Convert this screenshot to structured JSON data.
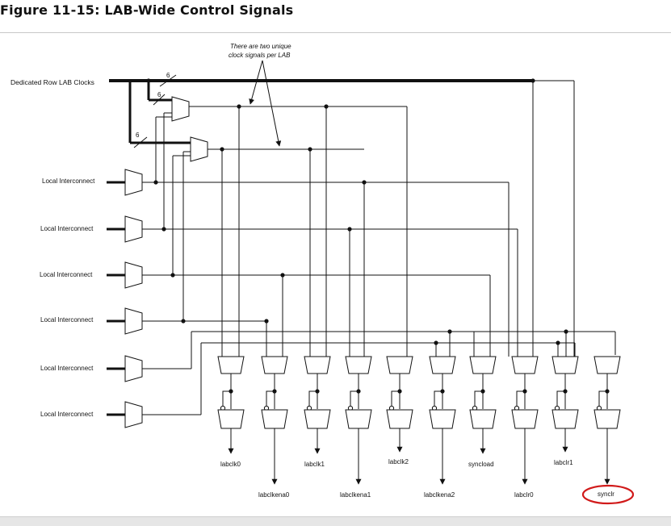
{
  "figure_title": "Figure 11-15: LAB-Wide Control Signals",
  "annotation": {
    "line1": "There are two unique",
    "line2": "clock signals per LAB"
  },
  "bus": {
    "label": "Dedicated Row LAB Clocks",
    "width_top": "6",
    "width_mid": "6",
    "width_low": "6"
  },
  "local_interconnect_labels": [
    "Local Interconnect",
    "Local Interconnect",
    "Local Interconnect",
    "Local Interconnect",
    "Local Interconnect",
    "Local Interconnect"
  ],
  "outputs": [
    {
      "label": "labclk0"
    },
    {
      "label": "labclkena0"
    },
    {
      "label": "labclk1"
    },
    {
      "label": "labclkena1"
    },
    {
      "label": "labclk2"
    },
    {
      "label": "labclkena2"
    },
    {
      "label": "syncload"
    },
    {
      "label": "labclr0"
    },
    {
      "label": "labclr1"
    },
    {
      "label": "synclr"
    }
  ],
  "highlight_color": "#d11a1a"
}
